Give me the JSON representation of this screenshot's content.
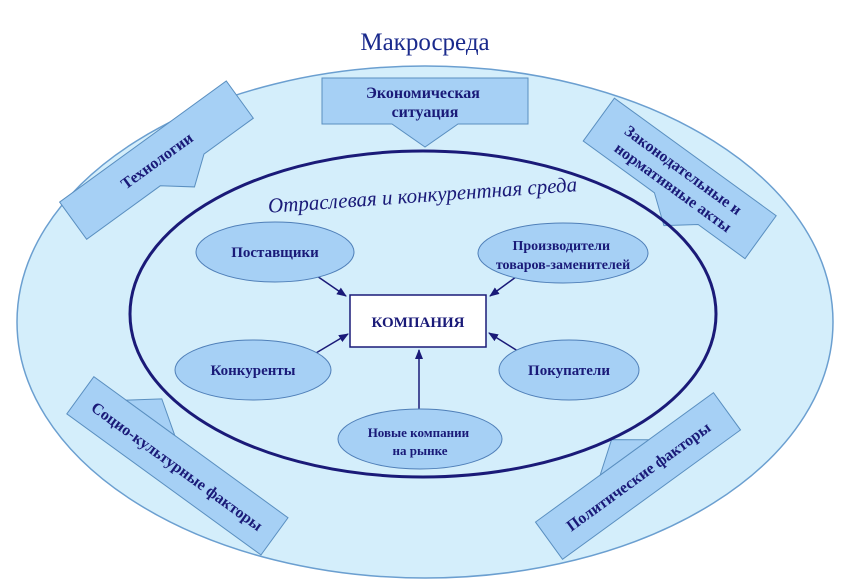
{
  "title": "Макросреда",
  "center": "КОМПАНИЯ",
  "industry_label": "Отраслевая и конкурентная среда",
  "macro_factors": {
    "economic": [
      "Экономическая",
      "ситуация"
    ],
    "technology": "Технологии",
    "legislation": [
      "Законодательные и",
      "нормативные акты"
    ],
    "sociocultural": "Социо-культурные факторы",
    "political": "Политические факторы"
  },
  "competitive_forces": {
    "suppliers": "Поставщики",
    "substitutes": [
      "Производители",
      "товаров-заменителей"
    ],
    "competitors": "Конкуренты",
    "buyers": "Покупатели",
    "new_entrants": [
      "Новые компании",
      "на рынке"
    ]
  },
  "colors": {
    "outer_fill": "#d4eefb",
    "box_fill": "#a6d0f5",
    "box_stroke": "#5a8fc0",
    "navy": "#1a1a78",
    "title": "#1a2a8c"
  }
}
